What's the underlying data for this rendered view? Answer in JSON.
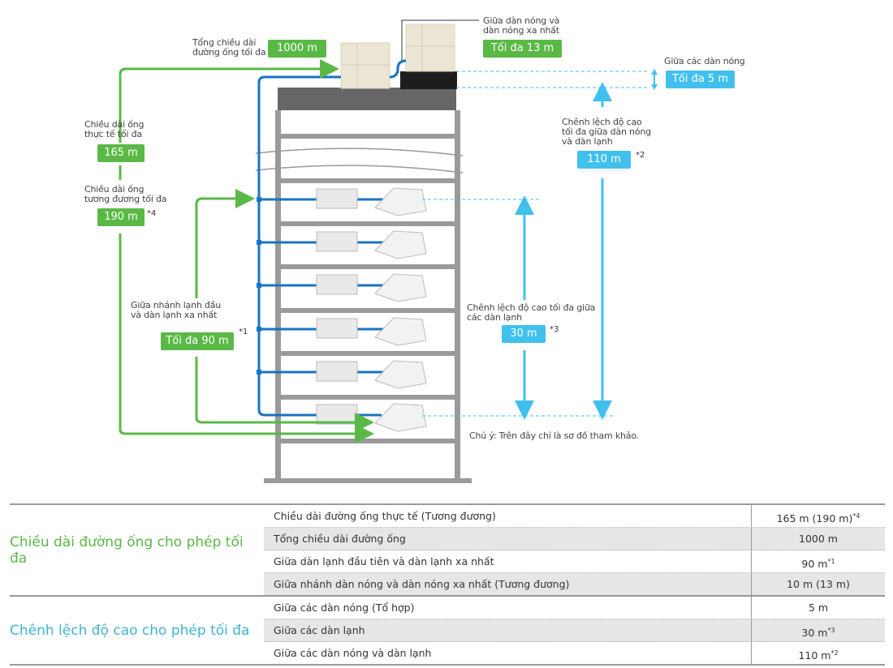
{
  "diagram": {
    "total_pipe": {
      "label": "Tổng chiều dài\nđường ống tối đa",
      "value": "1000 m"
    },
    "outdoor_to_farthest_outdoor": {
      "label": "Giữa dàn nóng và\ndàn nóng xa nhất",
      "value": "Tối đa 13 m"
    },
    "between_outdoor": {
      "label": "Giữa các dàn nóng",
      "value": "Tối đa 5 m"
    },
    "height_outdoor_indoor": {
      "label": "Chênh lệch độ cao\ntối đa giữa dàn nóng\nvà dàn lạnh",
      "value": "110 m",
      "note": "*2"
    },
    "actual_length": {
      "label": "Chiều dài ống\nthực tế tối đa",
      "value": "165 m"
    },
    "equivalent_length": {
      "label": "Chiều dài ống\ntương đương tối đa",
      "value": "190 m",
      "note": "*4"
    },
    "first_branch": {
      "label": "Giữa nhánh lạnh đầu\nvà dàn lạnh xa nhất",
      "value": "Tối đa 90 m",
      "note": "*1"
    },
    "height_indoor": {
      "label": "Chênh lệch độ cao tối đa giữa\ncác dàn lạnh",
      "value": "30 m",
      "note": "*3"
    },
    "footnote": "Chú ý: Trên đây chỉ là sơ đồ tham khảo.",
    "colors": {
      "green": "#5ab946",
      "blue": "#41c0ee",
      "pipe": "#1a73c4",
      "building": "#9a9a9a"
    }
  },
  "table": {
    "groups": [
      {
        "title": "Chiều dài đường ống cho phép tối đa",
        "color": "#5ab946",
        "rows": [
          {
            "name": "Chiều dài đường ống thực tế (Tương đương)",
            "value": "165 m (190 m)",
            "note": "*4"
          },
          {
            "name": "Tổng chiều dài đường ống",
            "value": "1000 m",
            "note": ""
          },
          {
            "name": "Giữa dàn lạnh đầu tiên  và dàn lạnh xa nhất",
            "value": "90 m",
            "note": "*1"
          },
          {
            "name": "Giữa nhánh dàn nóng và dàn nóng xa nhất (Tương đương)",
            "value": "10 m (13 m)",
            "note": ""
          }
        ]
      },
      {
        "title": "Chênh lệch độ cao cho phép tối đa",
        "color": "#41b3d3",
        "rows": [
          {
            "name": "Giữa các dàn nóng (Tổ hợp)",
            "value": "5 m",
            "note": ""
          },
          {
            "name": "Giữa các dàn lạnh",
            "value": "30 m",
            "note": "*3"
          },
          {
            "name": "Giữa các dàn nóng và dàn lạnh",
            "value": "110 m",
            "note": "*2"
          }
        ]
      }
    ]
  }
}
